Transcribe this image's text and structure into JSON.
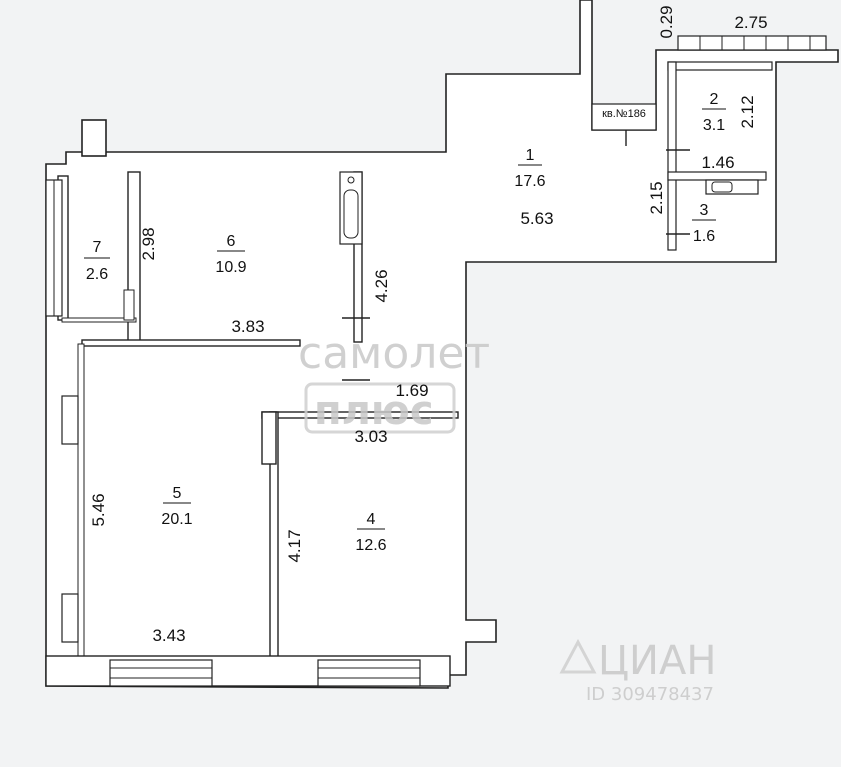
{
  "rooms": [
    {
      "number": "1",
      "area": "17.6"
    },
    {
      "number": "2",
      "area": "3.1"
    },
    {
      "number": "3",
      "area": "1.6"
    },
    {
      "number": "4",
      "area": "12.6"
    },
    {
      "number": "5",
      "area": "20.1"
    },
    {
      "number": "6",
      "area": "10.9"
    },
    {
      "number": "7",
      "area": "2.6"
    }
  ],
  "dimensions": {
    "top_029": "0.29",
    "top_275": "2.75",
    "room2_212": "2.12",
    "hall_146": "1.46",
    "hall_215": "2.15",
    "hall_563": "5.63",
    "room6_298": "2.98",
    "room6_426": "4.26",
    "room6_383": "3.83",
    "corr_169": "1.69",
    "room4_303": "3.03",
    "room5_546": "5.46",
    "room4_417": "4.17",
    "room5_343": "3.43"
  },
  "shaft_label": "кв.№186",
  "watermark": {
    "brand_top": "самолет",
    "brand_bottom": "плюс",
    "cian": "ЦИАН",
    "cian_id": "ID 309478437"
  }
}
